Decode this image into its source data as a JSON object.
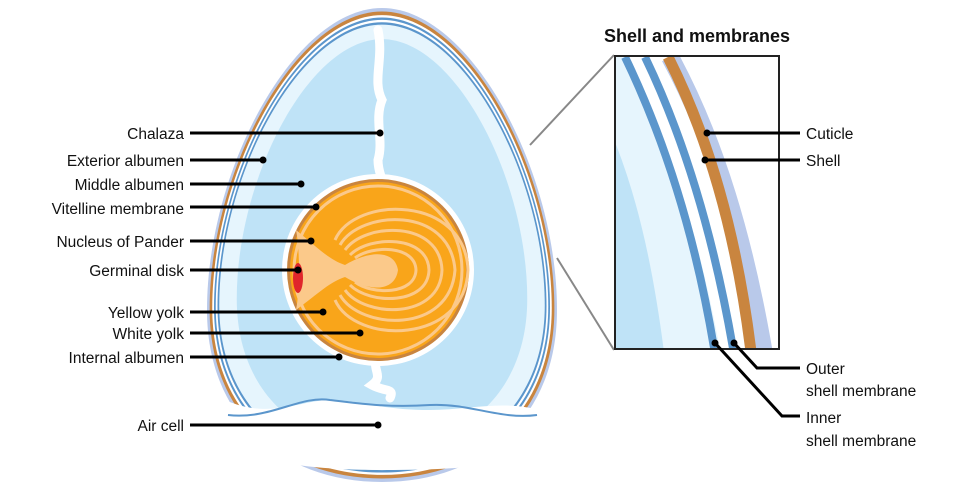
{
  "title": "Shell and membranes",
  "left_labels": [
    "Chalaza",
    "Exterior albumen",
    "Middle albumen",
    "Vitelline membrane",
    "Nucleus of Pander",
    "Germinal disk",
    "Yellow yolk",
    "White yolk",
    "Internal albumen",
    "Air cell"
  ],
  "right_labels": {
    "cuticle": "Cuticle",
    "shell": "Shell",
    "outer_1": "Outer",
    "outer_2": "shell membrane",
    "inner_1": "Inner",
    "inner_2": "shell membrane"
  },
  "colors": {
    "shell": "#c9853f",
    "membrane": "#5b96cc",
    "albumen": "#bfe3f7",
    "yolk": "#f9a51a",
    "germinal": "#e0262b"
  }
}
